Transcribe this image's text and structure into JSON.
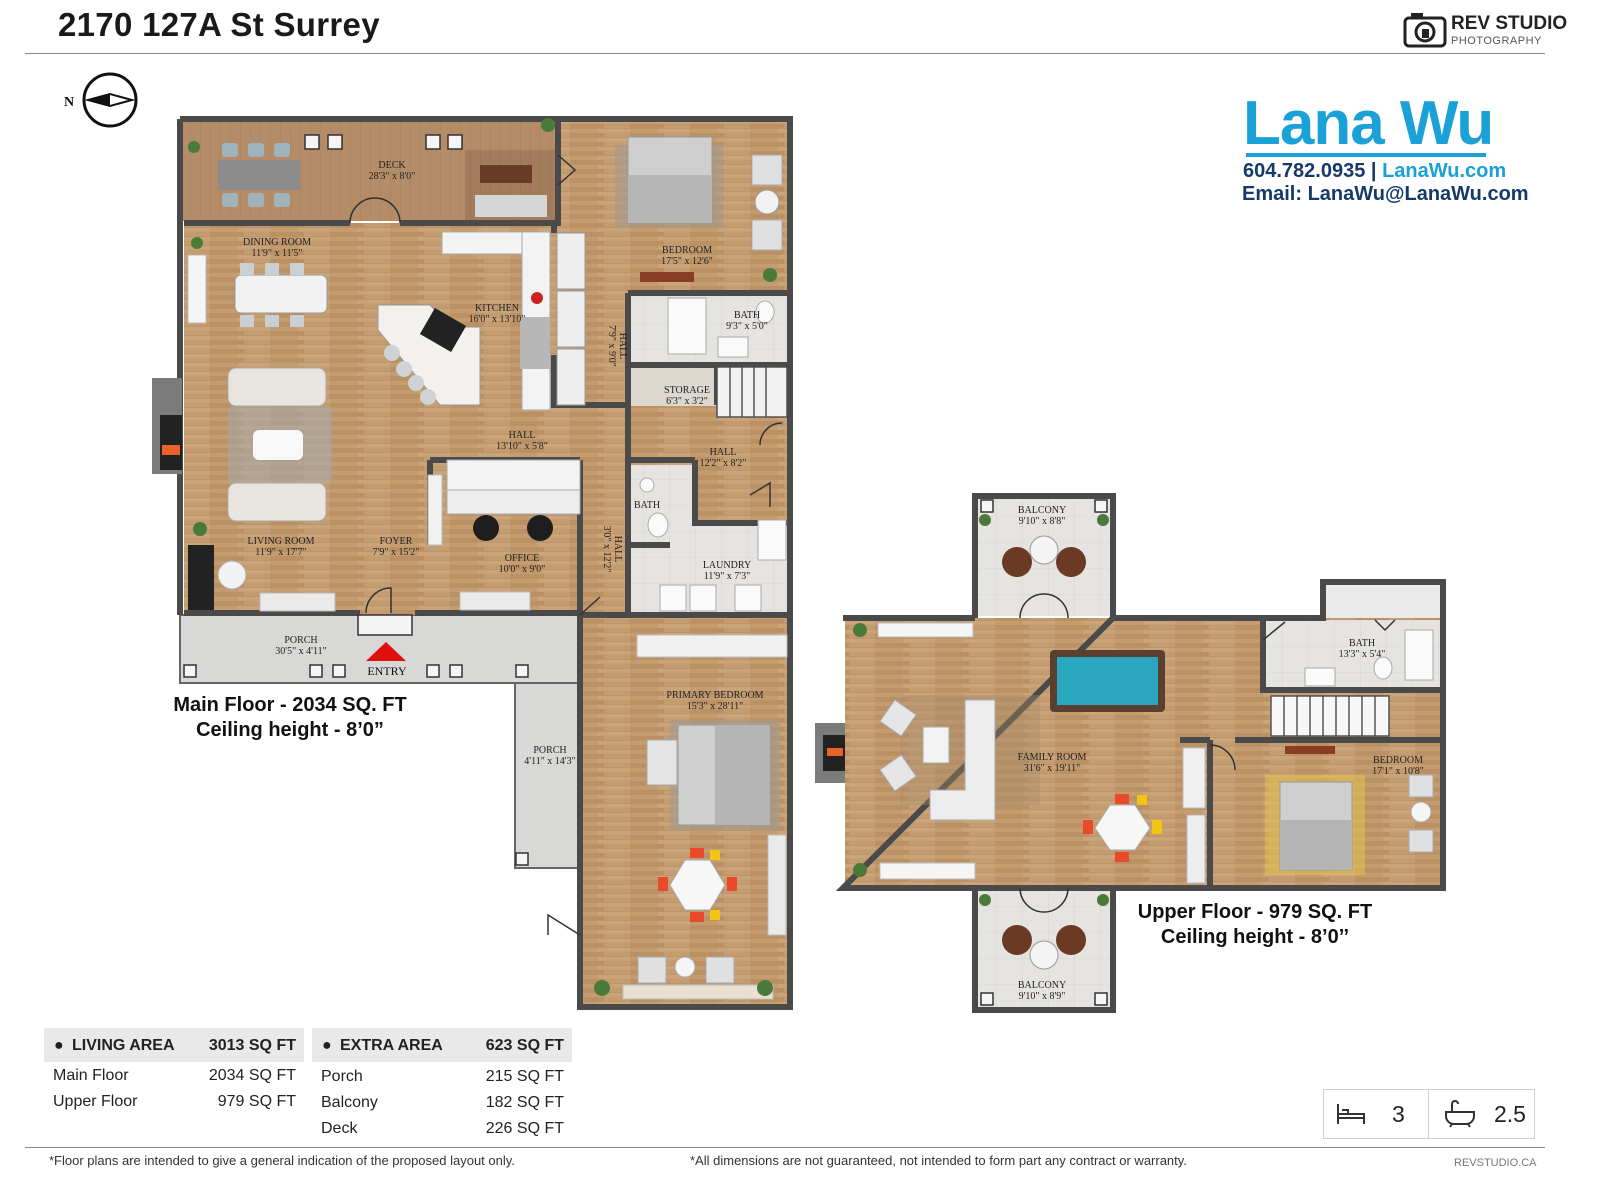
{
  "header": {
    "address": "2170 127A St Surrey",
    "brand_name": "REV STUDIO",
    "brand_sub": "PHOTOGRAPHY"
  },
  "agent": {
    "name": "Lana Wu",
    "phone": "604.782.0935",
    "separator": "|",
    "website": "LanaWu.com",
    "email": "Email: LanaWu@LanaWu.com"
  },
  "compass": {
    "label": "N"
  },
  "main_floor": {
    "caption_line1": "Main Floor - 2034 SQ. FT",
    "caption_line2": "Ceiling height - 8’0”",
    "entry_label": "ENTRY",
    "rooms": [
      {
        "id": "deck",
        "name": "DECK",
        "dims": "28'3\" x 8'0\""
      },
      {
        "id": "dining",
        "name": "DINING ROOM",
        "dims": "11'9\" x 11'5\""
      },
      {
        "id": "kitchen",
        "name": "KITCHEN",
        "dims": "16'0\" x 13'10\""
      },
      {
        "id": "bedroom",
        "name": "BEDROOM",
        "dims": "17'5\" x 12'6\""
      },
      {
        "id": "bath1",
        "name": "BATH",
        "dims": "9'3\" x 5'0\""
      },
      {
        "id": "hall_v",
        "name": "HALL",
        "dims": "7'9\" x 9'0\""
      },
      {
        "id": "storage",
        "name": "STORAGE",
        "dims": "6'3\" x 3'2\""
      },
      {
        "id": "hall1",
        "name": "HALL",
        "dims": "13'10\" x 5'8\""
      },
      {
        "id": "hall2",
        "name": "HALL",
        "dims": "12'2\" x 8'2\""
      },
      {
        "id": "bath2",
        "name": "BATH",
        "dims": ""
      },
      {
        "id": "laundry",
        "name": "LAUNDRY",
        "dims": "11'9\" x 7'3\""
      },
      {
        "id": "hall3",
        "name": "HALL",
        "dims": "3'0\" x 12'2\""
      },
      {
        "id": "living",
        "name": "LIVING ROOM",
        "dims": "11'9\" x 17'7\""
      },
      {
        "id": "foyer",
        "name": "FOYER",
        "dims": "7'9\" x 15'2\""
      },
      {
        "id": "office",
        "name": "OFFICE",
        "dims": "10'0\" x 9'0\""
      },
      {
        "id": "porch1",
        "name": "PORCH",
        "dims": "30'5\" x 4'11\""
      },
      {
        "id": "porch2",
        "name": "PORCH",
        "dims": "4'11\" x 14'3\""
      },
      {
        "id": "primary",
        "name": "PRIMARY BEDROOM",
        "dims": "15'3\" x 28'11\""
      }
    ]
  },
  "upper_floor": {
    "caption_line1": "Upper Floor - 979 SQ. FT",
    "caption_line2": "Ceiling height - 8’0’’",
    "rooms": [
      {
        "id": "balcony_top",
        "name": "BALCONY",
        "dims": "9'10\" x 8'8\""
      },
      {
        "id": "bath",
        "name": "BATH",
        "dims": "13'3\" x 5'4\""
      },
      {
        "id": "family",
        "name": "FAMILY ROOM",
        "dims": "31'6\" x 19'11\""
      },
      {
        "id": "bedroom",
        "name": "BEDROOM",
        "dims": "17'1\" x 10'8\""
      },
      {
        "id": "balcony_bottom",
        "name": "BALCONY",
        "dims": "9'10\" x 8'9\""
      }
    ]
  },
  "living_area": {
    "label": "LIVING AREA",
    "total": "3013 SQ FT",
    "rows": [
      {
        "name": "Main Floor",
        "value": "2034 SQ FT"
      },
      {
        "name": "Upper Floor",
        "value": "979 SQ FT"
      }
    ]
  },
  "extra_area": {
    "label": "EXTRA AREA",
    "total": "623 SQ FT",
    "rows": [
      {
        "name": "Porch",
        "value": "215 SQ FT"
      },
      {
        "name": "Balcony",
        "value": "182 SQ FT"
      },
      {
        "name": "Deck",
        "value": "226 SQ FT"
      }
    ]
  },
  "stats": {
    "beds": "3",
    "baths": "2.5",
    "bed_icon": "bed-icon",
    "bath_icon": "bathtub-icon"
  },
  "footer": {
    "left_note": "*Floor plans are intended to give a general indication of the proposed layout only.",
    "right_note": "*All dimensions are not guaranteed, not intended to form part any contract or warranty.",
    "site": "REVSTUDIO.CA"
  },
  "colors": {
    "wood": "#c29a6e",
    "tile": "#e4e2de",
    "porch": "#d9d9d7",
    "wall": "#4a4a4a",
    "accent": "#1aa1d8",
    "navy": "#153a6a",
    "entry_arrow": "#e01010"
  }
}
